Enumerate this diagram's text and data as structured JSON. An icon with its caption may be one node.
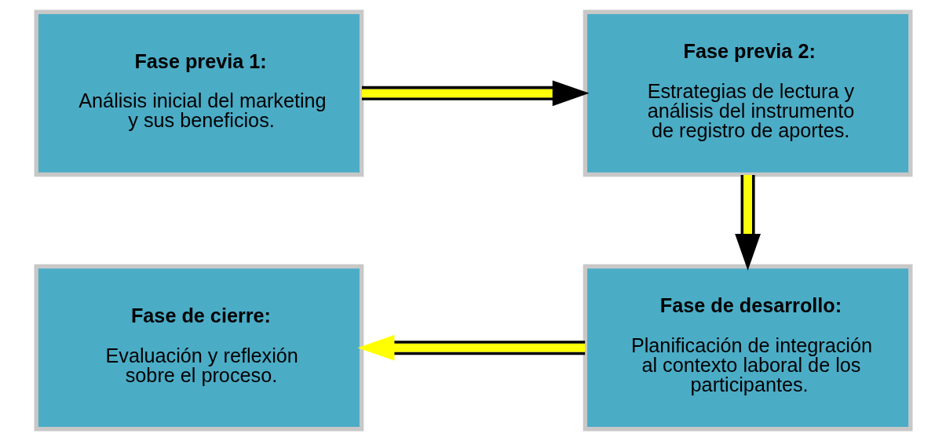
{
  "diagram": {
    "nodes": [
      {
        "text": [
          "Fase previa 1:",
          "Análisis inicial del marketing y sus beneficios."
        ]
      },
      {
        "text": [
          "Fase previa 2:",
          "Estrategias de lectura y análisis del instrumento de registro de aportes."
        ]
      },
      {
        "text": [
          "Fase de cierre:",
          "Evaluación y reflexión sobre el proceso."
        ]
      },
      {
        "text": [
          "Fase de desarrollo:",
          "Planificación de integración al contexto laboral de los participantes."
        ]
      }
    ],
    "edges": [
      {
        "from": 0,
        "to": 1,
        "arrow": "to"
      },
      {
        "from": 1,
        "to": 3,
        "arrow": "to"
      },
      {
        "from": 3,
        "to": 2,
        "arrow": "to"
      }
    ]
  }
}
